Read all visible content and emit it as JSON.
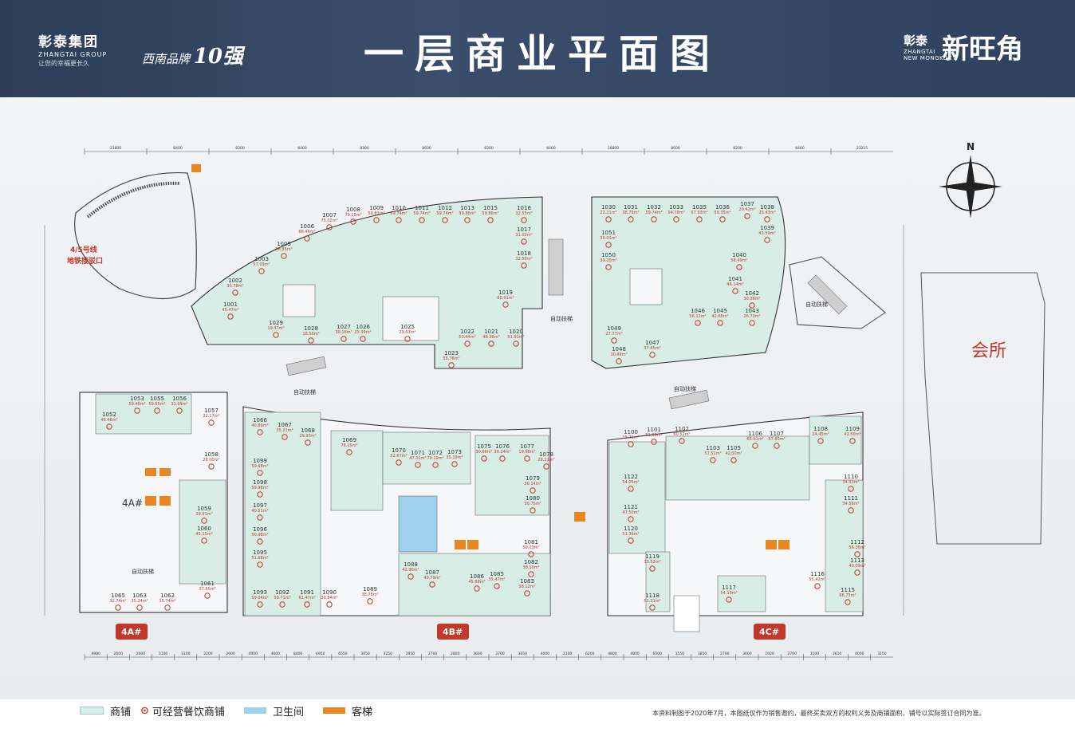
{
  "header": {
    "group_name_cn": "彰泰集团",
    "group_name_en": "ZHANGTAI GROUP",
    "group_slogan": "让您的幸福更长久",
    "brand_prefix": "西南品牌",
    "brand_rank": "10强",
    "title": "一层商业平面图",
    "project_cn": "彰泰",
    "project_en_1": "ZHANGTAI",
    "project_en_2": "NEW MONGKOK",
    "project_name": "新旺角"
  },
  "plan": {
    "compass_label": "N",
    "metro_label_1": "4/5号线",
    "metro_label_2": "地铁接驳口",
    "clubhouse_label": "会所",
    "escalator_label": "自动扶梯",
    "buildings": [
      "4A#",
      "4B#",
      "4C#"
    ],
    "top_dims": [
      "21800",
      "8400",
      "8300",
      "8400",
      "8300",
      "8600",
      "8300",
      "8400",
      "16800",
      "8600",
      "8200",
      "8400",
      "23215"
    ],
    "bottom_dims": [
      "4900",
      "2600",
      "2000",
      "3100",
      "3100",
      "2200",
      "2600",
      "4900",
      "4600",
      "8400",
      "6950",
      "6550",
      "3050",
      "3250",
      "2950",
      "2700",
      "2800",
      "3600",
      "2700",
      "3650",
      "4000",
      "2100",
      "6200",
      "4800",
      "4800",
      "6500",
      "3550",
      "3850",
      "2700",
      "3600",
      "1920",
      "2700",
      "3100",
      "3610",
      "4000",
      "3150"
    ],
    "units_north": [
      {
        "no": "1001",
        "area": "45.47m²"
      },
      {
        "no": "1002",
        "area": "35.78m²"
      },
      {
        "no": "1003",
        "area": "57.09m²"
      },
      {
        "no": "1005",
        "area": "58.55m²"
      },
      {
        "no": "1006",
        "area": "68.46m²"
      },
      {
        "no": "1007",
        "area": "75.32m²"
      },
      {
        "no": "1008",
        "area": "79.15m²"
      },
      {
        "no": "1009",
        "area": "59.83m²"
      },
      {
        "no": "1010",
        "area": "59.74m²"
      },
      {
        "no": "1011",
        "area": "59.74m²"
      },
      {
        "no": "1012",
        "area": "59.74m²"
      },
      {
        "no": "1013",
        "area": "59.86m²"
      },
      {
        "no": "1015",
        "area": "59.86m²"
      },
      {
        "no": "1016",
        "area": "32.55m²"
      },
      {
        "no": "1017",
        "area": "31.02m²"
      },
      {
        "no": "1018",
        "area": "32.50m²"
      },
      {
        "no": "1019",
        "area": "60.91m²"
      },
      {
        "no": "1020",
        "area": "51.91m²"
      },
      {
        "no": "1021",
        "area": "48.36m²"
      },
      {
        "no": "1022",
        "area": "53.44m²"
      },
      {
        "no": "1023",
        "area": "55.76m²"
      },
      {
        "no": "1025",
        "area": "29.53m²"
      },
      {
        "no": "1026",
        "area": "25.39m²"
      },
      {
        "no": "1027",
        "area": "30.16m²"
      },
      {
        "no": "1028",
        "area": "18.50m²"
      },
      {
        "no": "1029",
        "area": "19.37m²"
      }
    ],
    "units_northeast": [
      {
        "no": "1030",
        "area": "22.21m²"
      },
      {
        "no": "1031",
        "area": "38.79m²"
      },
      {
        "no": "1032",
        "area": "59.74m²"
      },
      {
        "no": "1033",
        "area": "54.78m²"
      },
      {
        "no": "1035",
        "area": "57.93m²"
      },
      {
        "no": "1036",
        "area": "59.35m²"
      },
      {
        "no": "1037",
        "area": "20.41m²"
      },
      {
        "no": "1038",
        "area": "25.43m²"
      },
      {
        "no": "1039",
        "area": "43.59m²"
      },
      {
        "no": "1040",
        "area": "58.49m²"
      },
      {
        "no": "1041",
        "area": "46.14m²"
      },
      {
        "no": "1042",
        "area": "30.36m²"
      },
      {
        "no": "1043",
        "area": "26.72m²"
      },
      {
        "no": "1045",
        "area": "42.66m²"
      },
      {
        "no": "1046",
        "area": "56.11m²"
      },
      {
        "no": "1047",
        "area": "37.65m²"
      },
      {
        "no": "1048",
        "area": "30.49m²"
      },
      {
        "no": "1049",
        "area": "27.77m²"
      },
      {
        "no": "1050",
        "area": "39.20m²"
      },
      {
        "no": "1051",
        "area": "30.01m²"
      }
    ],
    "units_4a": [
      {
        "no": "1052",
        "area": "45.48m²"
      },
      {
        "no": "1053",
        "area": "59.46m²"
      },
      {
        "no": "1055",
        "area": "59.65m²"
      },
      {
        "no": "1056",
        "area": "31.09m²"
      },
      {
        "no": "1057",
        "area": "22.17m²"
      },
      {
        "no": "1058",
        "area": "28.00m²"
      },
      {
        "no": "1059",
        "area": "29.91m²"
      },
      {
        "no": "1060",
        "area": "45.15m²"
      },
      {
        "no": "1061",
        "area": "37.65m²"
      },
      {
        "no": "1062",
        "area": "35.74m²"
      },
      {
        "no": "1063",
        "area": "35.24m²"
      },
      {
        "no": "1065",
        "area": "32.74m²"
      }
    ],
    "units_4b": [
      {
        "no": "1066",
        "area": "40.89m²"
      },
      {
        "no": "1067",
        "area": "35.21m²"
      },
      {
        "no": "1068",
        "area": "29.93m²"
      },
      {
        "no": "1069",
        "area": "78.15m²"
      },
      {
        "no": "1070",
        "area": "52.67m²"
      },
      {
        "no": "1071",
        "area": "47.01m²"
      },
      {
        "no": "1072",
        "area": "70.19m²"
      },
      {
        "no": "1073",
        "area": "35.19m²"
      },
      {
        "no": "1075",
        "area": "30.66m²"
      },
      {
        "no": "1076",
        "area": "30.24m²"
      },
      {
        "no": "1077",
        "area": "19.98m²"
      },
      {
        "no": "1078",
        "area": "28.11m²"
      },
      {
        "no": "1079",
        "area": "30.14m²"
      },
      {
        "no": "1080",
        "area": "30.75m²"
      },
      {
        "no": "1081",
        "area": "59.03m²"
      },
      {
        "no": "1082",
        "area": "38.10m²"
      },
      {
        "no": "1083",
        "area": "58.12m²"
      },
      {
        "no": "1085",
        "area": "35.47m²"
      },
      {
        "no": "1086",
        "area": "45.69m²"
      },
      {
        "no": "1087",
        "area": "40.79m²"
      },
      {
        "no": "1088",
        "area": "42.90m²"
      },
      {
        "no": "1089",
        "area": "38.78m²"
      },
      {
        "no": "1090",
        "area": "30.84m²"
      },
      {
        "no": "1091",
        "area": "61.47m²"
      },
      {
        "no": "1092",
        "area": "59.71m²"
      },
      {
        "no": "1093",
        "area": "59.04m²"
      },
      {
        "no": "1095",
        "area": "51.68m²"
      },
      {
        "no": "1096",
        "area": "50.98m²"
      },
      {
        "no": "1097",
        "area": "40.51m²"
      },
      {
        "no": "1098",
        "area": "59.98m²"
      },
      {
        "no": "1099",
        "area": "59.98m²"
      }
    ],
    "units_4c": [
      {
        "no": "1100",
        "area": "15.71m²"
      },
      {
        "no": "1101",
        "area": "51.05m²"
      },
      {
        "no": "1102",
        "area": "60.52m²"
      },
      {
        "no": "1103",
        "area": "57.51m²"
      },
      {
        "no": "1105",
        "area": "42.50m²"
      },
      {
        "no": "1106",
        "area": "65.91m²"
      },
      {
        "no": "1107",
        "area": "57.65m²"
      },
      {
        "no": "1108",
        "area": "24.45m²"
      },
      {
        "no": "1109",
        "area": "42.50m²"
      },
      {
        "no": "1110",
        "area": "34.03m²"
      },
      {
        "no": "1111",
        "area": "34.56m²"
      },
      {
        "no": "1112",
        "area": "56.26m²"
      },
      {
        "no": "1113",
        "area": "40.09m²"
      },
      {
        "no": "1115",
        "area": "66.75m²"
      },
      {
        "no": "1116",
        "area": "55.42m²"
      },
      {
        "no": "1117",
        "area": "54.19m²"
      },
      {
        "no": "1118",
        "area": "51.21m²"
      },
      {
        "no": "1119",
        "area": "33.52m²"
      },
      {
        "no": "1120",
        "area": "51.36m²"
      },
      {
        "no": "1121",
        "area": "47.50m²"
      },
      {
        "no": "1122",
        "area": "54.05m²"
      }
    ]
  },
  "legend": {
    "shop": "商铺",
    "food_shop": "可经营餐饮商铺",
    "restroom": "卫生间",
    "elevator": "客梯",
    "colors": {
      "shop": "#d8ede6",
      "restroom": "#9fd2ec",
      "elevator": "#e8861f",
      "food": "#c0392b"
    }
  },
  "disclaimer": "本资料制图于2020年7月，本图纸仅作为销售邀约，最终买卖双方的权利义务及商铺面积、铺号以实际签订合同为准。"
}
